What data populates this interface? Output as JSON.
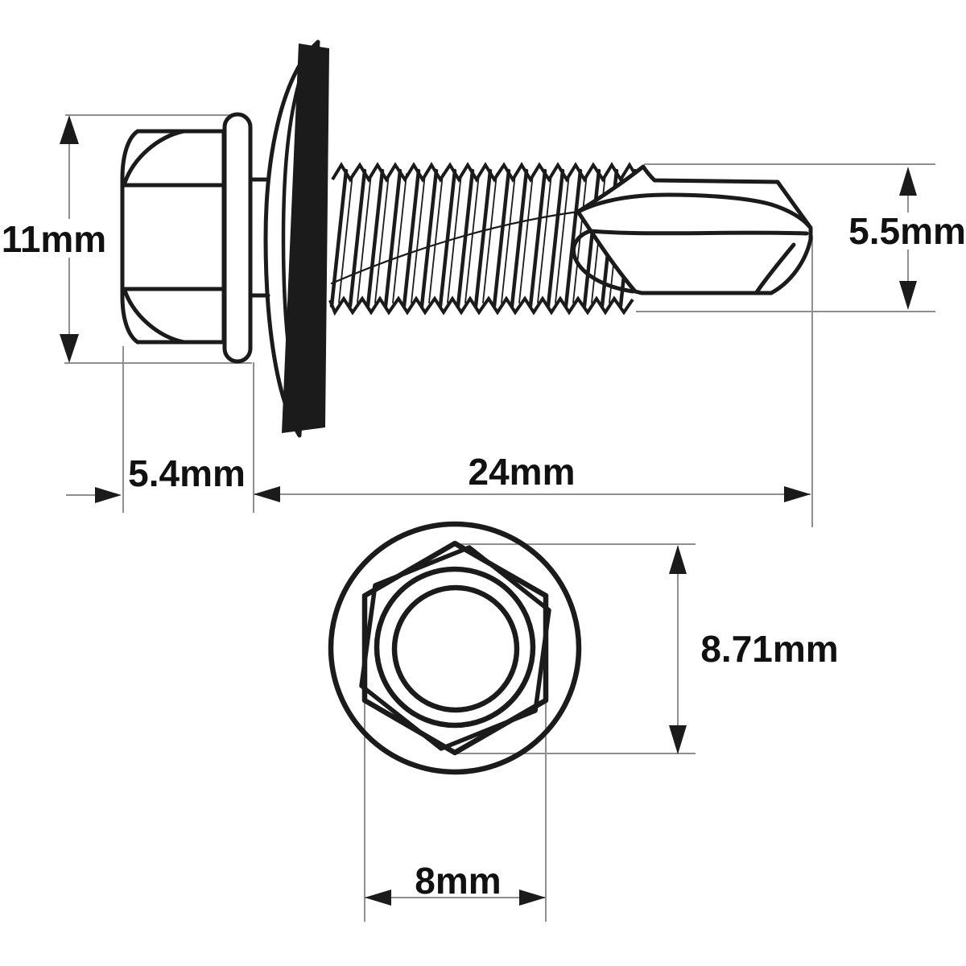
{
  "drawing": {
    "kind": "technical dimension drawing",
    "subject": "hex flange head self-drilling screw with bonded washer",
    "colors": {
      "outline": "#1b1b1b",
      "dimension_line": "#8f8f8f",
      "label_text": "#111111",
      "background": "#ffffff",
      "washer_fill": "#1b1b1b"
    },
    "side_view": {
      "flange_diameter_label": "11mm",
      "head_length_label": "5.4mm",
      "thread_length_label": "24mm",
      "drill_point_diameter_label": "5.5mm"
    },
    "top_view": {
      "across_corners_label": "8.71mm",
      "across_flats_label": "8mm"
    }
  }
}
